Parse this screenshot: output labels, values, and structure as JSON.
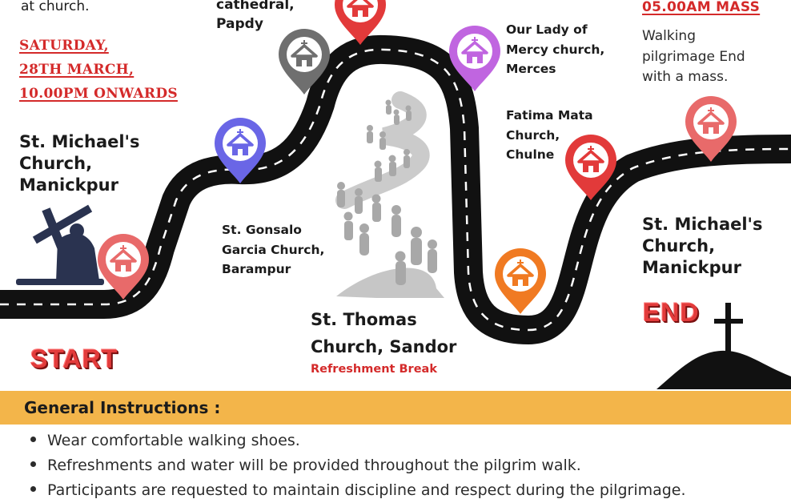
{
  "top_left": {
    "fragment": "at church.",
    "date_lines": [
      "SATURDAY,",
      "28TH MARCH,",
      "10.00PM ONWARDS"
    ]
  },
  "start": {
    "church_lines": [
      "St. Michael's",
      "Church,",
      "Manickpur"
    ],
    "label": "START"
  },
  "stops": {
    "cathedral": [
      "cathedral,",
      "Papdy"
    ],
    "gonsalo": [
      "St. Gonsalo",
      "Garcia Church,",
      "Barampur"
    ],
    "thomas": [
      "St. Thomas",
      "Church, Sandor"
    ],
    "thomas_note": "Refreshment Break",
    "mercy": [
      "Our Lady of",
      "Mercy church,",
      "Merces"
    ],
    "fatima": [
      "Fatima Mata",
      "Church,",
      "Chulne"
    ]
  },
  "end": {
    "mass_heading": "05.00AM MASS",
    "mass_note": [
      "Walking",
      "pilgrimage End",
      "with a mass."
    ],
    "church_lines": [
      "St. Michael's",
      "Church,",
      "Manickpur"
    ],
    "label": "END"
  },
  "instructions": {
    "title": "General Instructions :",
    "items": [
      "Wear comfortable walking shoes.",
      "Refreshments and water will be provided throughout the pilgrim walk.",
      "Participants are requested to maintain discipline and respect during the pilgrimage."
    ]
  },
  "colors": {
    "road": "#111111",
    "band": "#f3b54a",
    "accent_red": "#d42a2a",
    "pin_start": "#e86a6a",
    "pin_gonsalo": "#6a66e6",
    "pin_cathedral": "#6f6f6f",
    "pin_top": "#e23a3a",
    "pin_mercy": "#c065e0",
    "pin_thomas": "#f07a22",
    "pin_fatima": "#e23a3a",
    "pin_end": "#e86a6a"
  },
  "icons": [
    "church-icon",
    "map-pin-icon",
    "cross-icon",
    "jesus-carrying-cross-icon",
    "pilgrims-crowd-icon"
  ]
}
